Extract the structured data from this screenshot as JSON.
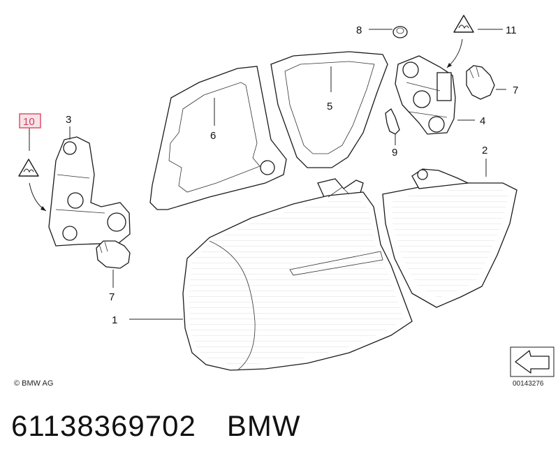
{
  "callouts": {
    "c1": "1",
    "c2": "2",
    "c3": "3",
    "c4": "4",
    "c5": "5",
    "c6": "6",
    "c7a": "7",
    "c7b": "7",
    "c8": "8",
    "c9": "9",
    "c10": "10",
    "c11": "11"
  },
  "copyright": "© BMW AG",
  "diagram_number": "00143276",
  "part_number": "61138369702",
  "brand": "BMW",
  "highlight_color": "#e0506a",
  "highlight_fill": "#f7e3e7"
}
